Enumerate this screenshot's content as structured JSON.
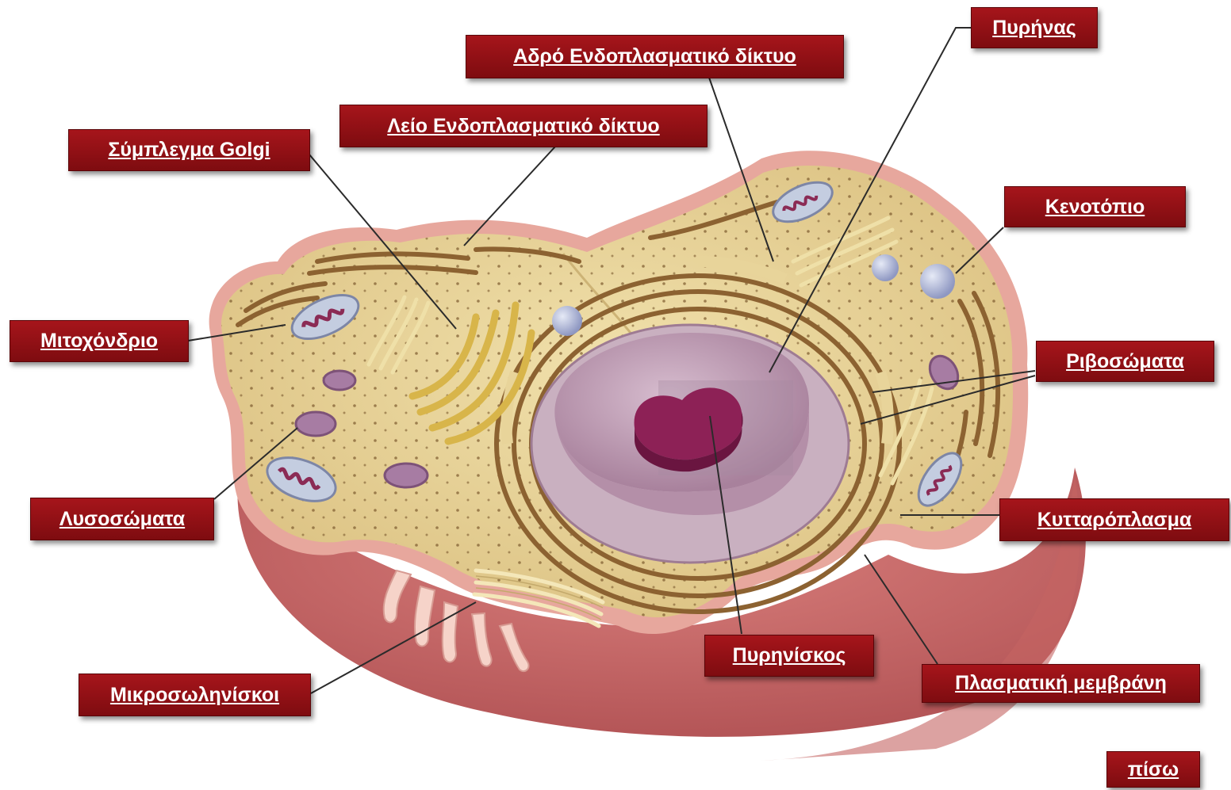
{
  "labels": {
    "pyrinas": "Πυρήνας",
    "adro_er": "Αδρό Ενδοπλασματικό δίκτυο",
    "leio_er": "Λείο Ενδοπλασματικό δίκτυο",
    "golgi": "Σύμπλεγμα Golgi",
    "kenotopio": "Κενοτόπιο",
    "mitochondrio": "Μιτοχόνδριο",
    "ribosomata": "Ριβοσώματα",
    "lysosomata": "Λυσοσώματα",
    "kyttaroplasma": "Κυτταρόπλασμα",
    "pyriniskos": "Πυρηνίσκος",
    "plasmatiki_membrani": "Πλασματική μεμβράνη",
    "mikrosolinikoi": "Μικροσωληνίσκοι"
  },
  "nav": {
    "back": "πίσω"
  },
  "colors": {
    "label_bg": "#8e1015",
    "cytoplasm": "#e8d49a",
    "membrane": "#c7706e",
    "nucleus": "#b897ad",
    "nucleolus": "#8a1f55"
  }
}
